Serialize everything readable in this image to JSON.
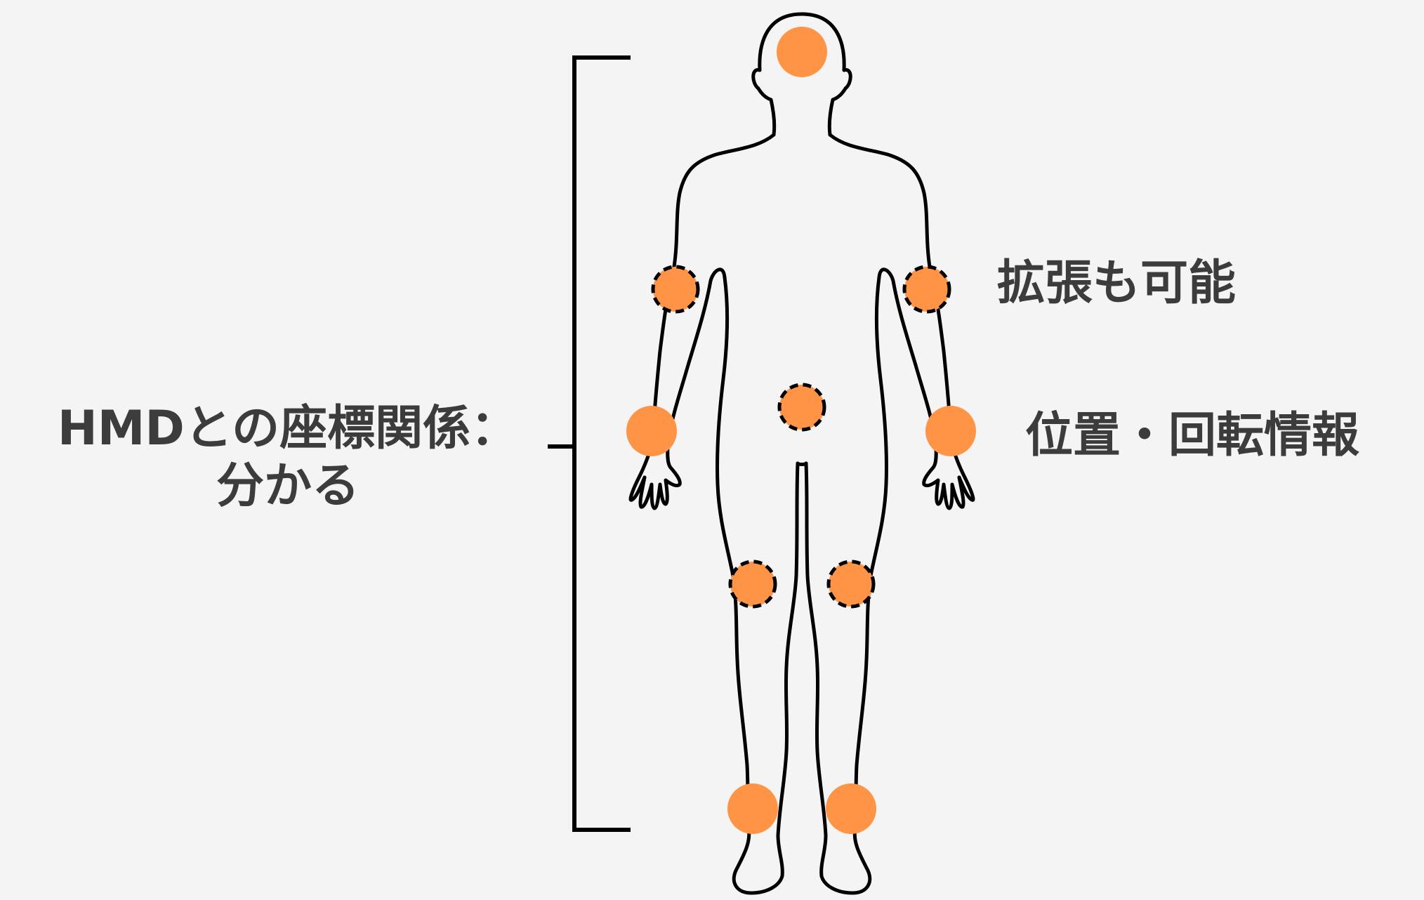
{
  "labels": {
    "left_line1": "HMDとの座標関係：",
    "left_line2": "分かる",
    "right_top": "拡張も可能",
    "right_middle": "位置・回転情報"
  },
  "colors": {
    "background": "#f4f4f4",
    "outline": "#000000",
    "text": "#3c3c3c",
    "tracker": "#ff9447"
  },
  "trackers": [
    {
      "name": "head",
      "style": "solid"
    },
    {
      "name": "left-elbow",
      "style": "dashed"
    },
    {
      "name": "right-elbow",
      "style": "dashed"
    },
    {
      "name": "waist",
      "style": "dashed"
    },
    {
      "name": "left-hand",
      "style": "solid"
    },
    {
      "name": "right-hand",
      "style": "solid"
    },
    {
      "name": "left-knee",
      "style": "dashed"
    },
    {
      "name": "right-knee",
      "style": "dashed"
    },
    {
      "name": "left-foot",
      "style": "solid"
    },
    {
      "name": "right-foot",
      "style": "solid"
    }
  ]
}
